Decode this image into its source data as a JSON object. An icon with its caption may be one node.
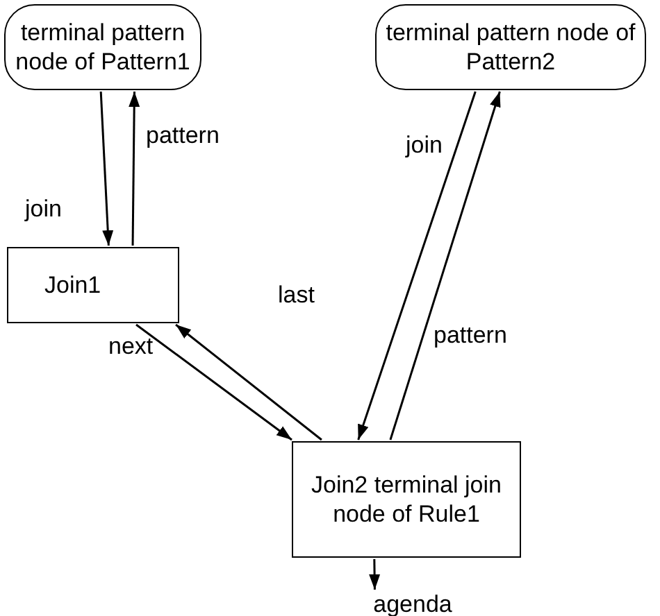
{
  "diagram": {
    "nodes": [
      {
        "text": [
          "terminal pattern node of Pattern1"
        ]
      },
      {
        "text": [
          "terminal pattern node of Pattern2"
        ]
      },
      {
        "text": [
          "Join1"
        ]
      },
      {
        "text": [
          "Join2 terminal join node of Rule1"
        ]
      },
      {
        "text": [
          "agenda"
        ]
      }
    ],
    "edges": [
      {
        "from": 0,
        "to": 2,
        "arrow": "to",
        "label": "join"
      },
      {
        "from": 2,
        "to": 0,
        "arrow": "to",
        "label": "pattern"
      },
      {
        "from": 1,
        "to": 3,
        "arrow": "to",
        "label": "join"
      },
      {
        "from": 3,
        "to": 1,
        "arrow": "to",
        "label": "pattern"
      },
      {
        "from": 2,
        "to": 3,
        "arrow": "to",
        "label": "next"
      },
      {
        "from": 3,
        "to": 2,
        "arrow": "to",
        "label": "last"
      },
      {
        "from": 3,
        "to": 4,
        "arrow": "to"
      }
    ]
  }
}
